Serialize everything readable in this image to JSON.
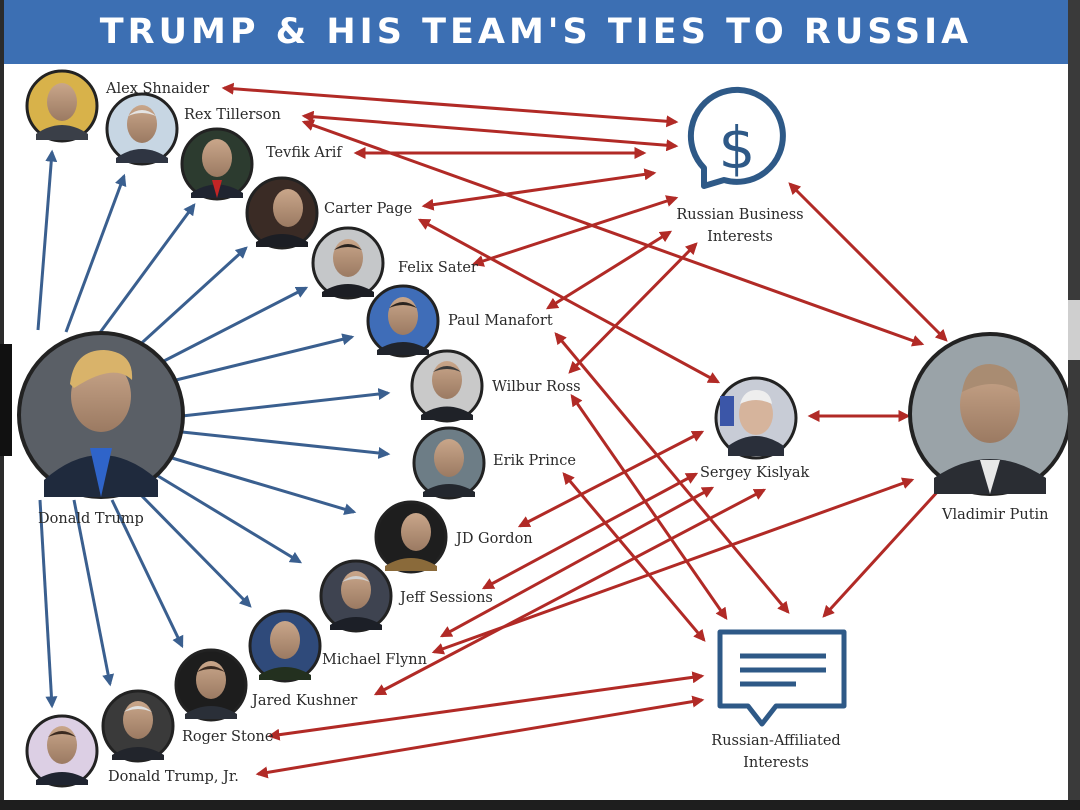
{
  "title": "Trump & His Team's Ties to Russia",
  "hubs": {
    "business": {
      "name": "Russian Business Interests",
      "lines": [
        "Russian Business",
        "Interests"
      ],
      "icon": "dollar-speech-bubble-icon"
    },
    "affiliated": {
      "name": "Russian-Affiliated Interests",
      "lines": [
        "Russian-Affiliated",
        "Interests"
      ],
      "icon": "document-speech-bubble-icon"
    }
  },
  "people": {
    "trump": "Donald Trump",
    "putin": "Vladimir Putin",
    "kislyak": "Sergey Kislyak",
    "shnaider": "Alex Shnaider",
    "tillerson": "Rex Tillerson",
    "arif": "Tevfik Arif",
    "page": "Carter Page",
    "sater": "Felix Sater",
    "manafort": "Paul Manafort",
    "ross": "Wilbur Ross",
    "prince": "Erik Prince",
    "gordon": "JD Gordon",
    "sessions": "Jeff Sessions",
    "flynn": "Michael Flynn",
    "kushner": "Jared Kushner",
    "stone": "Roger Stone",
    "trumpjr": "Donald Trump, Jr."
  },
  "colors": {
    "banner": "#3c6fb3",
    "blue_arrow": "#3a5f8f",
    "red_arrow": "#b12a26",
    "icon": "#2e5987",
    "ring": "#222222"
  }
}
